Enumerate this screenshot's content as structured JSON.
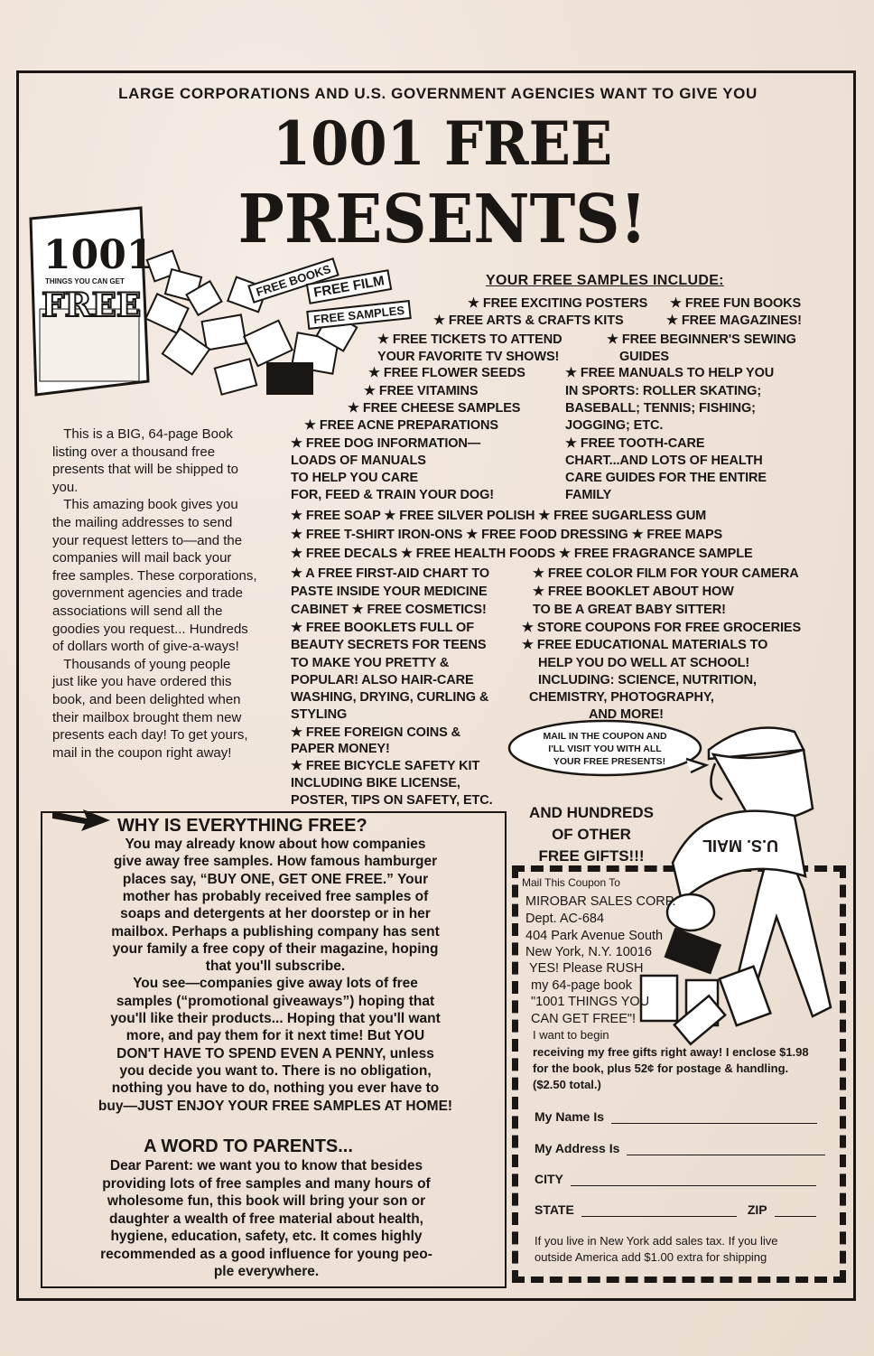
{
  "header": {
    "headline": "LARGE CORPORATIONS AND U.S. GOVERNMENT AGENCIES WANT TO GIVE YOU",
    "title_line1": "1001 FREE",
    "title_line2": "PRESENTS!"
  },
  "book": {
    "cover_number": "1001",
    "cover_sub": "THINGS YOU CAN GET",
    "cover_word": "FREE",
    "tags": [
      "FREE BOOKS",
      "FREE FILM",
      "FREE SAMPLES"
    ]
  },
  "samples": {
    "title": "YOUR FREE SAMPLES INCLUDE:",
    "lines": [
      [
        "★ FREE EXCITING POSTERS",
        "★ FREE FUN BOOKS"
      ],
      [
        "★ FREE ARTS & CRAFTS KITS",
        "★ FREE MAGAZINES!"
      ],
      [
        "★ FREE TICKETS TO ATTEND",
        "★ FREE BEGINNER'S SEWING"
      ],
      [
        "YOUR FAVORITE TV SHOWS!",
        "GUIDES"
      ],
      [
        "★ FREE FLOWER SEEDS",
        "★ FREE MANUALS TO HELP YOU"
      ],
      [
        "★ FREE VITAMINS",
        "IN SPORTS: ROLLER SKATING;"
      ],
      [
        "★ FREE CHEESE SAMPLES",
        "BASEBALL; TENNIS; FISHING;"
      ],
      [
        "★ FREE ACNE PREPARATIONS",
        "JOGGING; ETC."
      ],
      [
        "★ FREE DOG INFORMATION—",
        "★ FREE TOOTH-CARE"
      ],
      [
        "LOADS OF MANUALS",
        "CHART...AND LOTS OF HEALTH"
      ],
      [
        "TO HELP YOU CARE",
        "CARE GUIDES FOR THE ENTIRE"
      ],
      [
        "FOR, FEED & TRAIN YOUR DOG!",
        "FAMILY"
      ],
      [
        "★ FREE SOAP   ★ FREE SILVER POLISH   ★ FREE SUGARLESS GUM",
        ""
      ],
      [
        "★ FREE T-SHIRT  IRON-ONS   ★ FREE FOOD DRESSING   ★ FREE MAPS",
        ""
      ],
      [
        "★ FREE DECALS   ★ FREE HEALTH FOODS   ★ FREE FRAGRANCE SAMPLE",
        ""
      ],
      [
        "★ A FREE FIRST-AID CHART TO",
        "★ FREE COLOR FILM FOR YOUR CAMERA"
      ],
      [
        "PASTE INSIDE YOUR MEDICINE",
        "★ FREE BOOKLET ABOUT HOW"
      ],
      [
        "CABINET  ★ FREE COSMETICS!",
        "TO BE A GREAT BABY SITTER!"
      ],
      [
        "★ FREE BOOKLETS FULL OF",
        "★ STORE COUPONS FOR FREE GROCERIES"
      ],
      [
        "BEAUTY SECRETS FOR TEENS",
        "★ FREE EDUCATIONAL  MATERIALS TO"
      ],
      [
        "TO MAKE YOU PRETTY &",
        "HELP YOU DO WELL AT SCHOOL!"
      ],
      [
        "POPULAR! ALSO HAIR-CARE",
        "INCLUDING:  SCIENCE, NUTRITION,"
      ],
      [
        "WASHING, DRYING, CURLING &",
        "CHEMISTRY, PHOTOGRAPHY,"
      ],
      [
        "STYLING",
        "AND MORE!"
      ],
      [
        "★ FREE FOREIGN COINS &",
        ""
      ],
      [
        "PAPER MONEY!",
        ""
      ],
      [
        "★ FREE BICYCLE SAFETY KIT",
        ""
      ],
      [
        "INCLUDING BIKE LICENSE,",
        ""
      ],
      [
        "POSTER, TIPS ON SAFETY, ETC.",
        ""
      ]
    ]
  },
  "intro": {
    "lines": [
      "   This is a BIG, 64-page Book",
      "listing over a thousand free",
      "presents that will be shipped to",
      "you.",
      "   This amazing book gives you",
      "the mailing addresses to send",
      "your request letters to—and the",
      "companies will mail back your",
      "free samples. These corporations,",
      "government agencies and trade",
      "associations will send all the",
      "goodies you request... Hundreds",
      "of dollars worth of give-a-ways!",
      "   Thousands of young people",
      "just like you have ordered this",
      "book, and been delighted when",
      "their mailbox brought them new",
      "presents each day! To get yours,",
      "mail in the coupon right away!"
    ]
  },
  "why": {
    "title": "WHY IS EVERYTHING FREE?",
    "lines": [
      "You may already know about how companies",
      "give away free samples. How famous hamburger",
      "places say, “BUY ONE, GET ONE FREE.” Your",
      "mother has probably received free samples of",
      "soaps and detergents at her doorstep or in her",
      "mailbox. Perhaps a publishing company has sent",
      "your family a free copy of their magazine, hoping",
      "that you'll subscribe.",
      "You see—companies give away lots of free",
      "samples (“promotional giveaways”) hoping that",
      "you'll like their products... Hoping that you'll want",
      "more, and pay them for it next time! But YOU",
      "DON'T HAVE TO SPEND EVEN A PENNY, unless",
      "you decide you want to. There is no obligation,",
      "nothing you have to do, nothing you ever have to",
      "buy—JUST ENJOY YOUR FREE SAMPLES AT HOME!"
    ],
    "parents_title": "A WORD TO PARENTS...",
    "parents_lines": [
      "Dear Parent: we want you to know that besides",
      "providing lots of free samples and many hours of",
      "wholesome fun, this book will bring your son or",
      "daughter a wealth of free material about health,",
      "hygiene, education, safety, etc. It comes highly",
      "recommended as a good influence for young peo-",
      "ple everywhere."
    ]
  },
  "mailman": {
    "speech": [
      "MAIL IN THE COUPON AND",
      "I'LL VISIT YOU WITH ALL",
      "YOUR FREE PRESENTS!"
    ],
    "bag_text": "U.S. MAIL"
  },
  "hundreds": [
    "AND HUNDREDS",
    "OF OTHER",
    "FREE GIFTS!!!"
  ],
  "coupon": {
    "lines": [
      "Mail This Coupon To",
      "MIROBAR SALES CORP.",
      "Dept. AC-684",
      "404 Park Avenue South",
      "New York, N.Y. 10016",
      "YES! Please RUSH",
      "my 64-page book",
      "\"1001 THINGS YOU",
      "CAN GET FREE\"!",
      "I want to begin",
      "receiving my free gifts right away! I enclose $1.98",
      "for the book, plus 52¢ for postage & handling.",
      "($2.50 total.)"
    ],
    "name_label": "My Name Is",
    "address_label": "My Address Is",
    "city_label": "CITY",
    "state_label": "STATE",
    "zip_label": "ZIP",
    "note_lines": [
      "If you live in New York add sales tax. If you live",
      "outside America add $1.00 extra for shipping"
    ]
  }
}
